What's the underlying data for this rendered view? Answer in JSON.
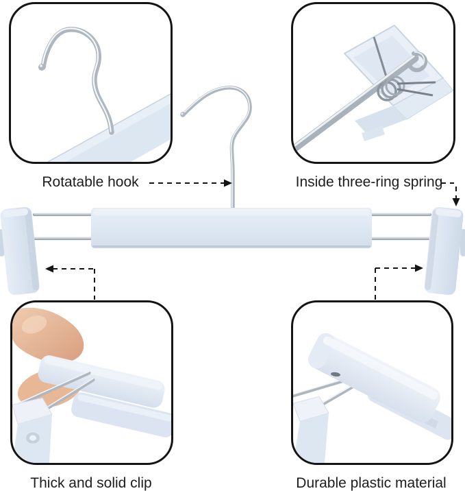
{
  "callouts": [
    {
      "id": "rotatable-hook",
      "label": "Rotatable hook"
    },
    {
      "id": "three-ring-spring",
      "label": "Inside three-ring spring"
    },
    {
      "id": "solid-clip",
      "label": "Thick and solid clip"
    },
    {
      "id": "plastic-material",
      "label": "Durable plastic material"
    }
  ],
  "colors": {
    "plastic_blue": "#dbe5f1",
    "plastic_highlight": "#ecf1f8",
    "plastic_shadow": "#c2cdda",
    "metal_gray": "#aab2bc",
    "metal_highlight": "#f4f6f8",
    "outline_black": "#141414",
    "label_text": "#1d1d1d",
    "skin_tone": "#e2ab89",
    "background": "#ffffff"
  }
}
